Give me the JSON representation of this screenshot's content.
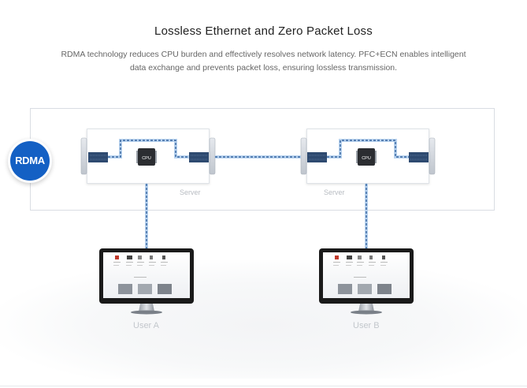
{
  "header": {
    "title": "Lossless Ethernet and Zero Packet Loss",
    "subtitle": "RDMA technology reduces CPU burden and effectively resolves network latency. PFC+ECN enables intelligent data exchange and prevents packet loss, ensuring lossless transmission."
  },
  "badge": {
    "label": "RDMA"
  },
  "servers": [
    {
      "label": "Server",
      "cpu_label": "CPU"
    },
    {
      "label": "Server",
      "cpu_label": "CPU"
    }
  ],
  "users": [
    {
      "label": "User A"
    },
    {
      "label": "User B"
    }
  ],
  "colors": {
    "accent": "#1460c4",
    "link_line": "#b9d3ef",
    "link_dash": "#1d4f8f",
    "monitor_frame": "#1a1a1a"
  }
}
